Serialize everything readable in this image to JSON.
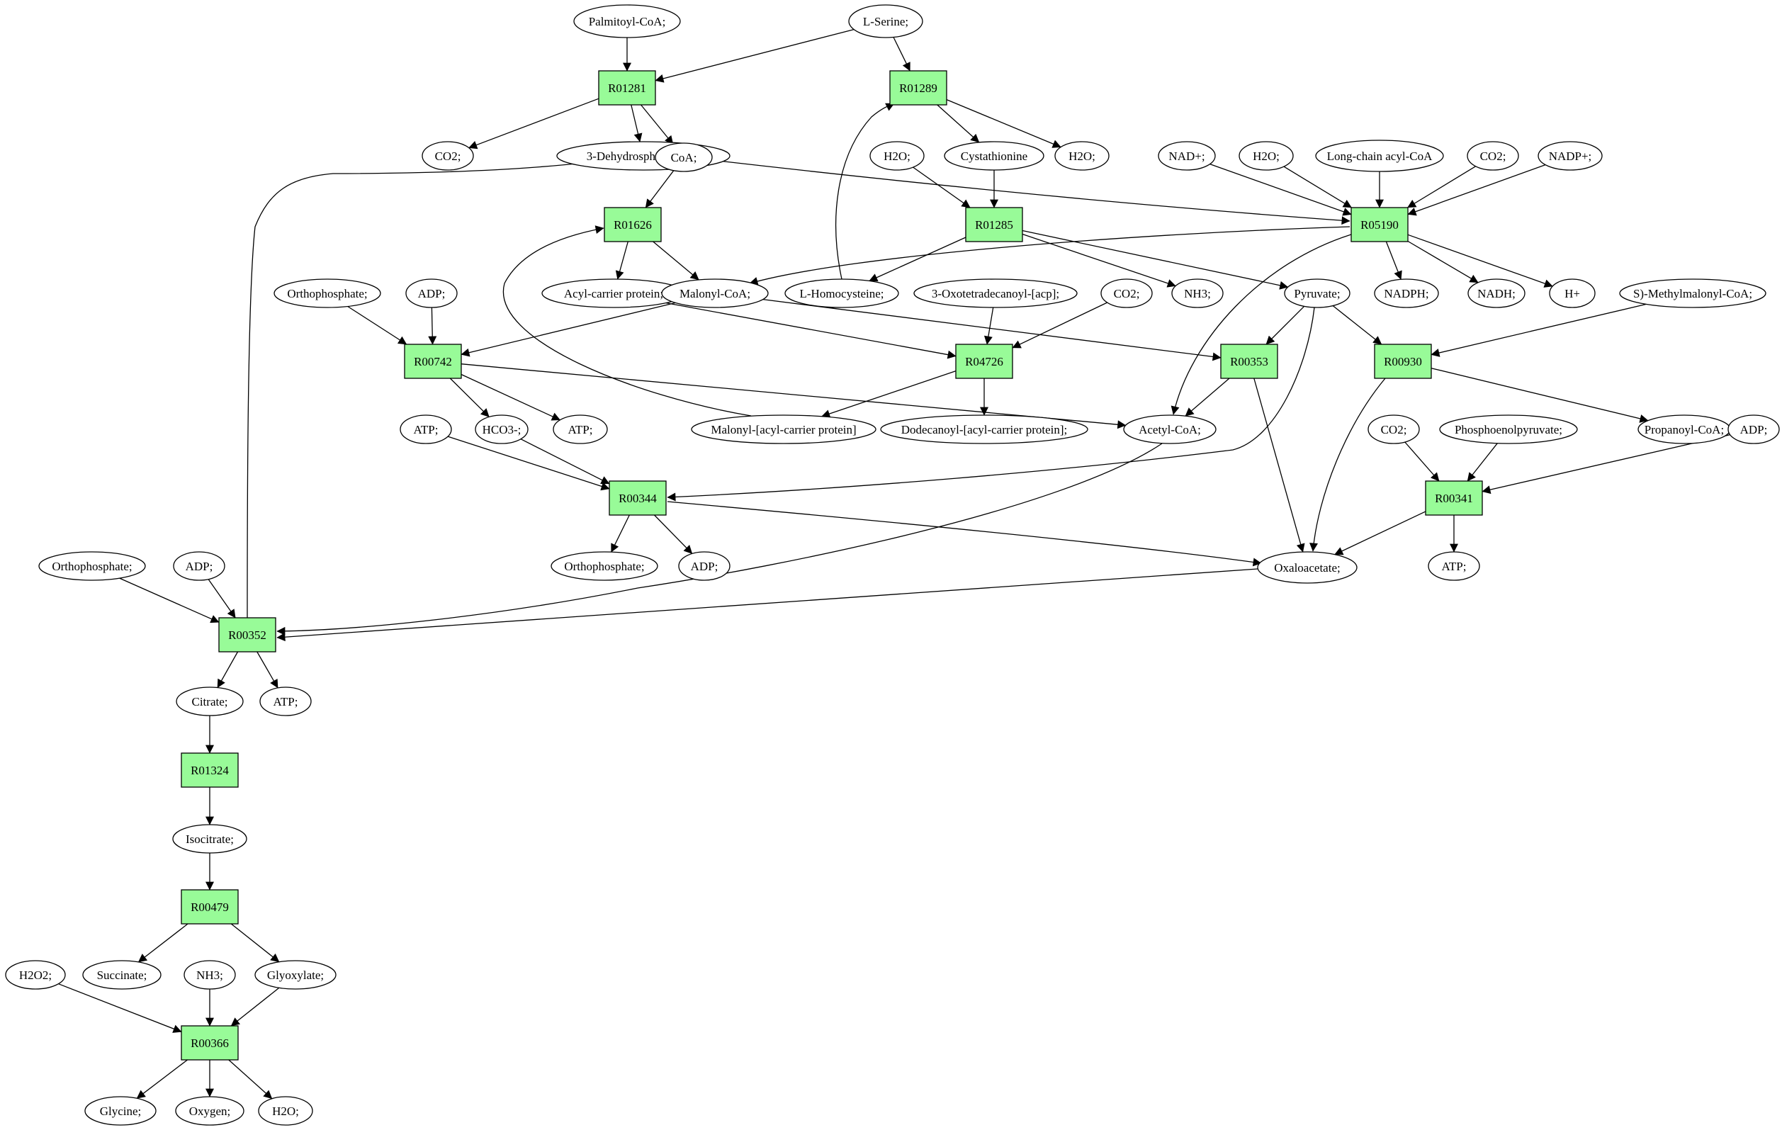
{
  "colors": {
    "reaction_fill": "#98fb98",
    "start_fill": "#00ff00",
    "target_fill": "#ffff00",
    "compound_fill": "#ffffff",
    "stroke": "#000000"
  },
  "nodes": [
    {
      "id": "palmitoyl_coa",
      "label": "Palmitoyl-CoA;",
      "kind": "compound"
    },
    {
      "id": "l_serine",
      "label": "L-Serine;",
      "kind": "start"
    },
    {
      "id": "r01281",
      "label": "R01281",
      "kind": "reaction"
    },
    {
      "id": "r01289",
      "label": "R01289",
      "kind": "reaction"
    },
    {
      "id": "co2_a",
      "label": "CO2;",
      "kind": "compound"
    },
    {
      "id": "dehydrosphinganine",
      "label": "3-Dehydrosphinganine;",
      "kind": "compound"
    },
    {
      "id": "coa",
      "label": "CoA;",
      "kind": "compound"
    },
    {
      "id": "h2o_a",
      "label": "H2O;",
      "kind": "compound"
    },
    {
      "id": "cystathionine",
      "label": "Cystathionine",
      "kind": "compound"
    },
    {
      "id": "h2o_b",
      "label": "H2O;",
      "kind": "compound"
    },
    {
      "id": "nad_plus",
      "label": "NAD+;",
      "kind": "compound"
    },
    {
      "id": "h2o_c",
      "label": "H2O;",
      "kind": "compound"
    },
    {
      "id": "long_chain_acyl_coa",
      "label": "Long-chain acyl-CoA",
      "kind": "compound"
    },
    {
      "id": "co2_b",
      "label": "CO2;",
      "kind": "compound"
    },
    {
      "id": "nadp_plus",
      "label": "NADP+;",
      "kind": "compound"
    },
    {
      "id": "r01626",
      "label": "R01626",
      "kind": "reaction"
    },
    {
      "id": "r01285",
      "label": "R01285",
      "kind": "reaction"
    },
    {
      "id": "r05190",
      "label": "R05190",
      "kind": "reaction"
    },
    {
      "id": "orthophosphate_a",
      "label": "Orthophosphate;",
      "kind": "compound"
    },
    {
      "id": "adp_a",
      "label": "ADP;",
      "kind": "compound"
    },
    {
      "id": "acp",
      "label": "Acyl-carrier protein;",
      "kind": "compound"
    },
    {
      "id": "malonyl_coa",
      "label": "Malonyl-CoA;",
      "kind": "compound"
    },
    {
      "id": "l_homocysteine",
      "label": "L-Homocysteine;",
      "kind": "compound"
    },
    {
      "id": "oxotetradecanoyl",
      "label": "3-Oxotetradecanoyl-[acp];",
      "kind": "compound"
    },
    {
      "id": "co2_c",
      "label": "CO2;",
      "kind": "compound"
    },
    {
      "id": "nh3_a",
      "label": "NH3;",
      "kind": "compound"
    },
    {
      "id": "pyruvate",
      "label": "Pyruvate;",
      "kind": "compound"
    },
    {
      "id": "nadph",
      "label": "NADPH;",
      "kind": "compound"
    },
    {
      "id": "nadh",
      "label": "NADH;",
      "kind": "compound"
    },
    {
      "id": "h_plus",
      "label": "H+",
      "kind": "compound"
    },
    {
      "id": "methylmalonyl_coa",
      "label": "S)-Methylmalonyl-CoA;",
      "kind": "compound"
    },
    {
      "id": "r00742",
      "label": "R00742",
      "kind": "reaction"
    },
    {
      "id": "r04726",
      "label": "R04726",
      "kind": "reaction"
    },
    {
      "id": "r00353",
      "label": "R00353",
      "kind": "reaction"
    },
    {
      "id": "r00930",
      "label": "R00930",
      "kind": "reaction"
    },
    {
      "id": "atp_a",
      "label": "ATP;",
      "kind": "compound"
    },
    {
      "id": "hco3",
      "label": "HCO3-;",
      "kind": "compound"
    },
    {
      "id": "atp_b",
      "label": "ATP;",
      "kind": "compound"
    },
    {
      "id": "malonyl_acp",
      "label": "Malonyl-[acyl-carrier protein]",
      "kind": "compound"
    },
    {
      "id": "dodecanoyl_acp",
      "label": "Dodecanoyl-[acyl-carrier protein];",
      "kind": "compound"
    },
    {
      "id": "acetyl_coa",
      "label": "Acetyl-CoA;",
      "kind": "compound"
    },
    {
      "id": "co2_d",
      "label": "CO2;",
      "kind": "compound"
    },
    {
      "id": "pep",
      "label": "Phosphoenolpyruvate;",
      "kind": "compound"
    },
    {
      "id": "propanoyl_coa",
      "label": "Propanoyl-CoA;",
      "kind": "compound"
    },
    {
      "id": "adp_b",
      "label": "ADP;",
      "kind": "compound"
    },
    {
      "id": "r00344",
      "label": "R00344",
      "kind": "reaction"
    },
    {
      "id": "r00341",
      "label": "R00341",
      "kind": "reaction"
    },
    {
      "id": "orthophosphate_b",
      "label": "Orthophosphate;",
      "kind": "compound"
    },
    {
      "id": "adp_c",
      "label": "ADP;",
      "kind": "compound"
    },
    {
      "id": "oxaloacetate",
      "label": "Oxaloacetate;",
      "kind": "compound"
    },
    {
      "id": "atp_c",
      "label": "ATP;",
      "kind": "compound"
    },
    {
      "id": "orthophosphate_c",
      "label": "Orthophosphate;",
      "kind": "compound"
    },
    {
      "id": "adp_d",
      "label": "ADP;",
      "kind": "compound"
    },
    {
      "id": "r00352",
      "label": "R00352",
      "kind": "reaction"
    },
    {
      "id": "citrate",
      "label": "Citrate;",
      "kind": "compound"
    },
    {
      "id": "atp_d",
      "label": "ATP;",
      "kind": "compound"
    },
    {
      "id": "r01324",
      "label": "R01324",
      "kind": "reaction"
    },
    {
      "id": "isocitrate",
      "label": "Isocitrate;",
      "kind": "compound"
    },
    {
      "id": "r00479",
      "label": "R00479",
      "kind": "reaction"
    },
    {
      "id": "h2o2",
      "label": "H2O2;",
      "kind": "compound"
    },
    {
      "id": "succinate",
      "label": "Succinate;",
      "kind": "compound"
    },
    {
      "id": "nh3_b",
      "label": "NH3;",
      "kind": "compound"
    },
    {
      "id": "glyoxylate",
      "label": "Glyoxylate;",
      "kind": "compound"
    },
    {
      "id": "r00366",
      "label": "R00366",
      "kind": "reaction"
    },
    {
      "id": "glycine",
      "label": "Glycine;",
      "kind": "target"
    },
    {
      "id": "oxygen",
      "label": "Oxygen;",
      "kind": "compound"
    },
    {
      "id": "h2o_d",
      "label": "H2O;",
      "kind": "compound"
    }
  ],
  "edges": [
    {
      "from": "palmitoyl_coa",
      "to": "r01281"
    },
    {
      "from": "l_serine",
      "to": "r01281"
    },
    {
      "from": "l_serine",
      "to": "r01289"
    },
    {
      "from": "r01281",
      "to": "co2_a"
    },
    {
      "from": "r01281",
      "to": "dehydrosphinganine"
    },
    {
      "from": "r01281",
      "to": "coa"
    },
    {
      "from": "r01289",
      "to": "cystathionine"
    },
    {
      "from": "r01289",
      "to": "h2o_b"
    },
    {
      "from": "l_homocysteine",
      "to": "r01289"
    },
    {
      "from": "h2o_a",
      "to": "r01285"
    },
    {
      "from": "cystathionine",
      "to": "r01285"
    },
    {
      "from": "r01285",
      "to": "l_homocysteine"
    },
    {
      "from": "r01285",
      "to": "nh3_a"
    },
    {
      "from": "r01285",
      "to": "pyruvate"
    },
    {
      "from": "coa",
      "to": "r01626"
    },
    {
      "from": "coa",
      "to": "r05190"
    },
    {
      "from": "nad_plus",
      "to": "r05190"
    },
    {
      "from": "h2o_c",
      "to": "r05190"
    },
    {
      "from": "long_chain_acyl_coa",
      "to": "r05190"
    },
    {
      "from": "co2_b",
      "to": "r05190"
    },
    {
      "from": "nadp_plus",
      "to": "r05190"
    },
    {
      "from": "r05190",
      "to": "malonyl_coa"
    },
    {
      "from": "r05190",
      "to": "acetyl_coa"
    },
    {
      "from": "r05190",
      "to": "nadph"
    },
    {
      "from": "r05190",
      "to": "nadh"
    },
    {
      "from": "r05190",
      "to": "h_plus"
    },
    {
      "from": "r01626",
      "to": "acp"
    },
    {
      "from": "r01626",
      "to": "malonyl_coa"
    },
    {
      "from": "malonyl_acp",
      "to": "r01626"
    },
    {
      "from": "orthophosphate_a",
      "to": "r00742"
    },
    {
      "from": "adp_a",
      "to": "r00742"
    },
    {
      "from": "malonyl_coa",
      "to": "r00742"
    },
    {
      "from": "malonyl_coa",
      "to": "r00353"
    },
    {
      "from": "acp",
      "to": "r04726"
    },
    {
      "from": "oxotetradecanoyl",
      "to": "r04726"
    },
    {
      "from": "co2_c",
      "to": "r04726"
    },
    {
      "from": "r04726",
      "to": "malonyl_acp"
    },
    {
      "from": "r04726",
      "to": "dodecanoyl_acp"
    },
    {
      "from": "r00742",
      "to": "hco3"
    },
    {
      "from": "r00742",
      "to": "atp_b"
    },
    {
      "from": "r00742",
      "to": "acetyl_coa"
    },
    {
      "from": "pyruvate",
      "to": "r00353"
    },
    {
      "from": "pyruvate",
      "to": "r00930"
    },
    {
      "from": "pyruvate",
      "to": "r00344"
    },
    {
      "from": "r00353",
      "to": "acetyl_coa"
    },
    {
      "from": "r00353",
      "to": "oxaloacetate"
    },
    {
      "from": "methylmalonyl_coa",
      "to": "r00930"
    },
    {
      "from": "r00930",
      "to": "propanoyl_coa"
    },
    {
      "from": "r00930",
      "to": "oxaloacetate"
    },
    {
      "from": "atp_a",
      "to": "r00344"
    },
    {
      "from": "hco3",
      "to": "r00344"
    },
    {
      "from": "r00344",
      "to": "orthophosphate_b"
    },
    {
      "from": "r00344",
      "to": "adp_c"
    },
    {
      "from": "r00344",
      "to": "oxaloacetate"
    },
    {
      "from": "co2_d",
      "to": "r00341"
    },
    {
      "from": "pep",
      "to": "r00341"
    },
    {
      "from": "adp_b",
      "to": "r00341"
    },
    {
      "from": "r00341",
      "to": "oxaloacetate"
    },
    {
      "from": "r00341",
      "to": "atp_c"
    },
    {
      "from": "orthophosphate_c",
      "to": "r00352"
    },
    {
      "from": "adp_d",
      "to": "r00352"
    },
    {
      "from": "acetyl_coa",
      "to": "r00352"
    },
    {
      "from": "oxaloacetate",
      "to": "r00352"
    },
    {
      "from": "r00352",
      "to": "coa"
    },
    {
      "from": "r00352",
      "to": "citrate"
    },
    {
      "from": "r00352",
      "to": "atp_d"
    },
    {
      "from": "citrate",
      "to": "r01324"
    },
    {
      "from": "r01324",
      "to": "isocitrate"
    },
    {
      "from": "isocitrate",
      "to": "r00479"
    },
    {
      "from": "r00479",
      "to": "succinate"
    },
    {
      "from": "r00479",
      "to": "glyoxylate"
    },
    {
      "from": "h2o2",
      "to": "r00366"
    },
    {
      "from": "nh3_b",
      "to": "r00366"
    },
    {
      "from": "glyoxylate",
      "to": "r00366"
    },
    {
      "from": "r00366",
      "to": "glycine"
    },
    {
      "from": "r00366",
      "to": "oxygen"
    },
    {
      "from": "r00366",
      "to": "h2o_d"
    }
  ]
}
